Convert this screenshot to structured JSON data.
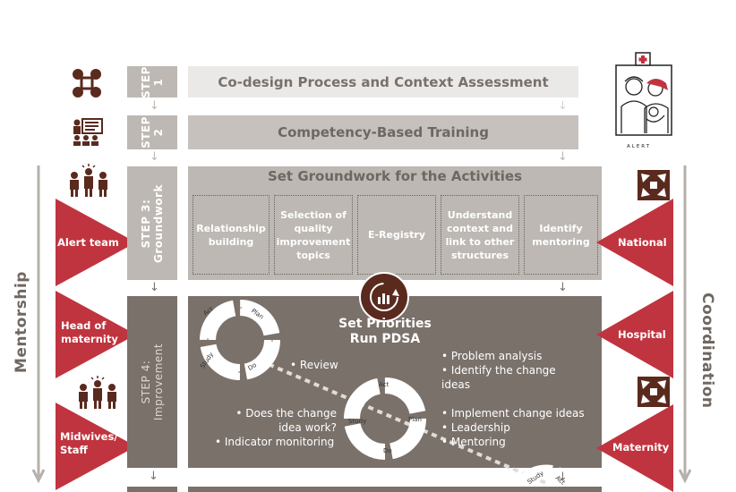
{
  "steps": [
    {
      "tab": "STEP 1",
      "title": "Co-design Process and Context Assessment"
    },
    {
      "tab": "STEP 2",
      "title": "Competency-Based Training"
    },
    {
      "tab": "STEP 3: Groundwork",
      "title": "Set Groundwork for the Activities"
    },
    {
      "tab": "STEP 4: Improvement",
      "title": "Set Priorities Run PDSA"
    }
  ],
  "groundwork_items": [
    "Relationship building",
    "Selection of quality improvement topics",
    "E-Registry",
    "Understand context and link to other structures",
    "Identify mentoring"
  ],
  "improvement": {
    "title_line1": "Set Priorities",
    "title_line2": "Run PDSA",
    "review": "• Review",
    "plan_points": [
      "• Problem analysis",
      "• Identify the change ideas"
    ],
    "study_points": [
      "• Does the change idea work?",
      "• Indicator monitoring"
    ],
    "do_points": [
      "• Implement change ideas",
      "• Leadership",
      "• Mentoring"
    ],
    "cycle_labels": {
      "act": "Act",
      "plan": "Plan",
      "do": "Do",
      "study": "Study"
    }
  },
  "left_side": {
    "label": "Mentorship",
    "triangles": [
      "Alert team",
      "Head of maternity",
      "Midwives/ Staff"
    ]
  },
  "right_side": {
    "label": "Coordination",
    "triangles": [
      "National",
      "Hospital",
      "Maternity"
    ]
  },
  "logo": {
    "text": "ALERT"
  },
  "colors": {
    "red": "#c0343f",
    "dark_grey": "#7a716b",
    "mid_grey": "#bdb8b3",
    "light_grey": "#ebe9e7",
    "icon_brown": "#5a2a1e"
  }
}
